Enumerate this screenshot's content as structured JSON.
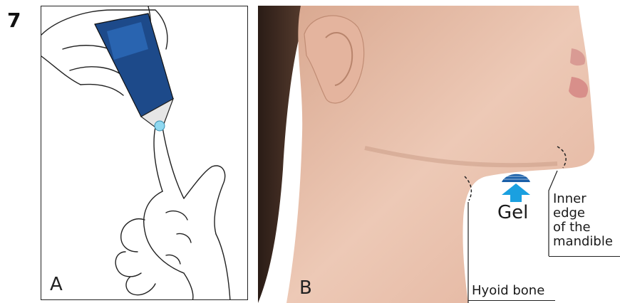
{
  "step_number": "7",
  "panel_a": {
    "letter": "A"
  },
  "panel_b": {
    "letter": "B",
    "gel_label": "Gel",
    "hyoid_label": "Hyoid bone",
    "mandible_label": [
      "Inner",
      "edge",
      "of the",
      "mandible"
    ]
  },
  "colors": {
    "gel_arrow": "#1aa0e0",
    "gel_dome": "#1a5fa8",
    "tube": "#1d4a8a",
    "skin": "#e9c6b2"
  }
}
